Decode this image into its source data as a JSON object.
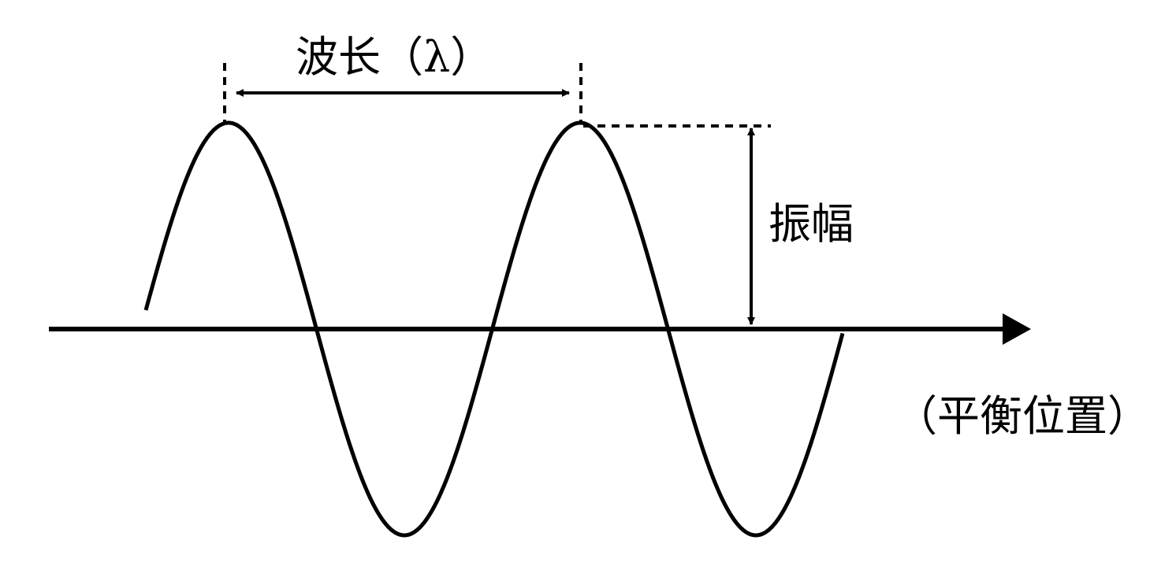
{
  "labels": {
    "wavelength": "波长（λ）",
    "amplitude": "振幅",
    "equilibrium": "（平衡位置）"
  },
  "colors": {
    "stroke": "#000000",
    "background": "#ffffff"
  }
}
